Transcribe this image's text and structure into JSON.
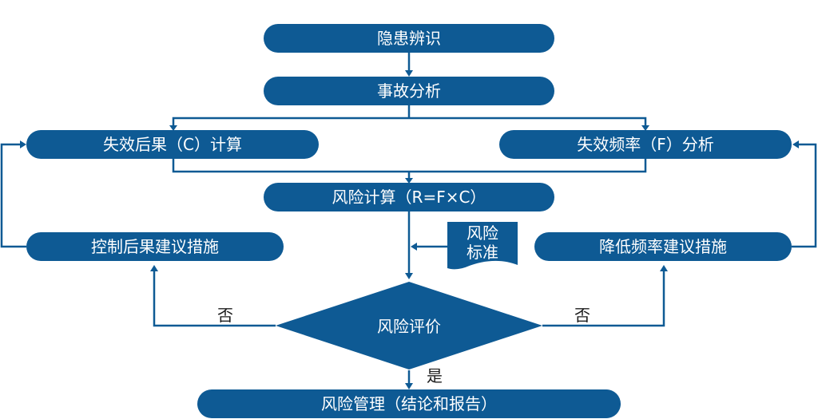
{
  "diagram": {
    "nodes": {
      "hazard_identification": "隐患辨识",
      "accident_analysis": "事故分析",
      "consequence_calc": "失效后果（C）计算",
      "frequency_analysis": "失效频率（F）分析",
      "risk_calc": "风险计算（R=F×C）",
      "risk_standard_line1": "风险",
      "risk_standard_line2": "标准",
      "consequence_measures": "控制后果建议措施",
      "frequency_measures": "降低频率建议措施",
      "risk_evaluation": "风险评价",
      "risk_management": "风险管理（结论和报告）"
    },
    "labels": {
      "no_left": "否",
      "no_right": "否",
      "yes": "是"
    },
    "colors": {
      "node_fill": "#0e5a94",
      "line": "#0e5a94",
      "text": "#ffffff"
    }
  }
}
